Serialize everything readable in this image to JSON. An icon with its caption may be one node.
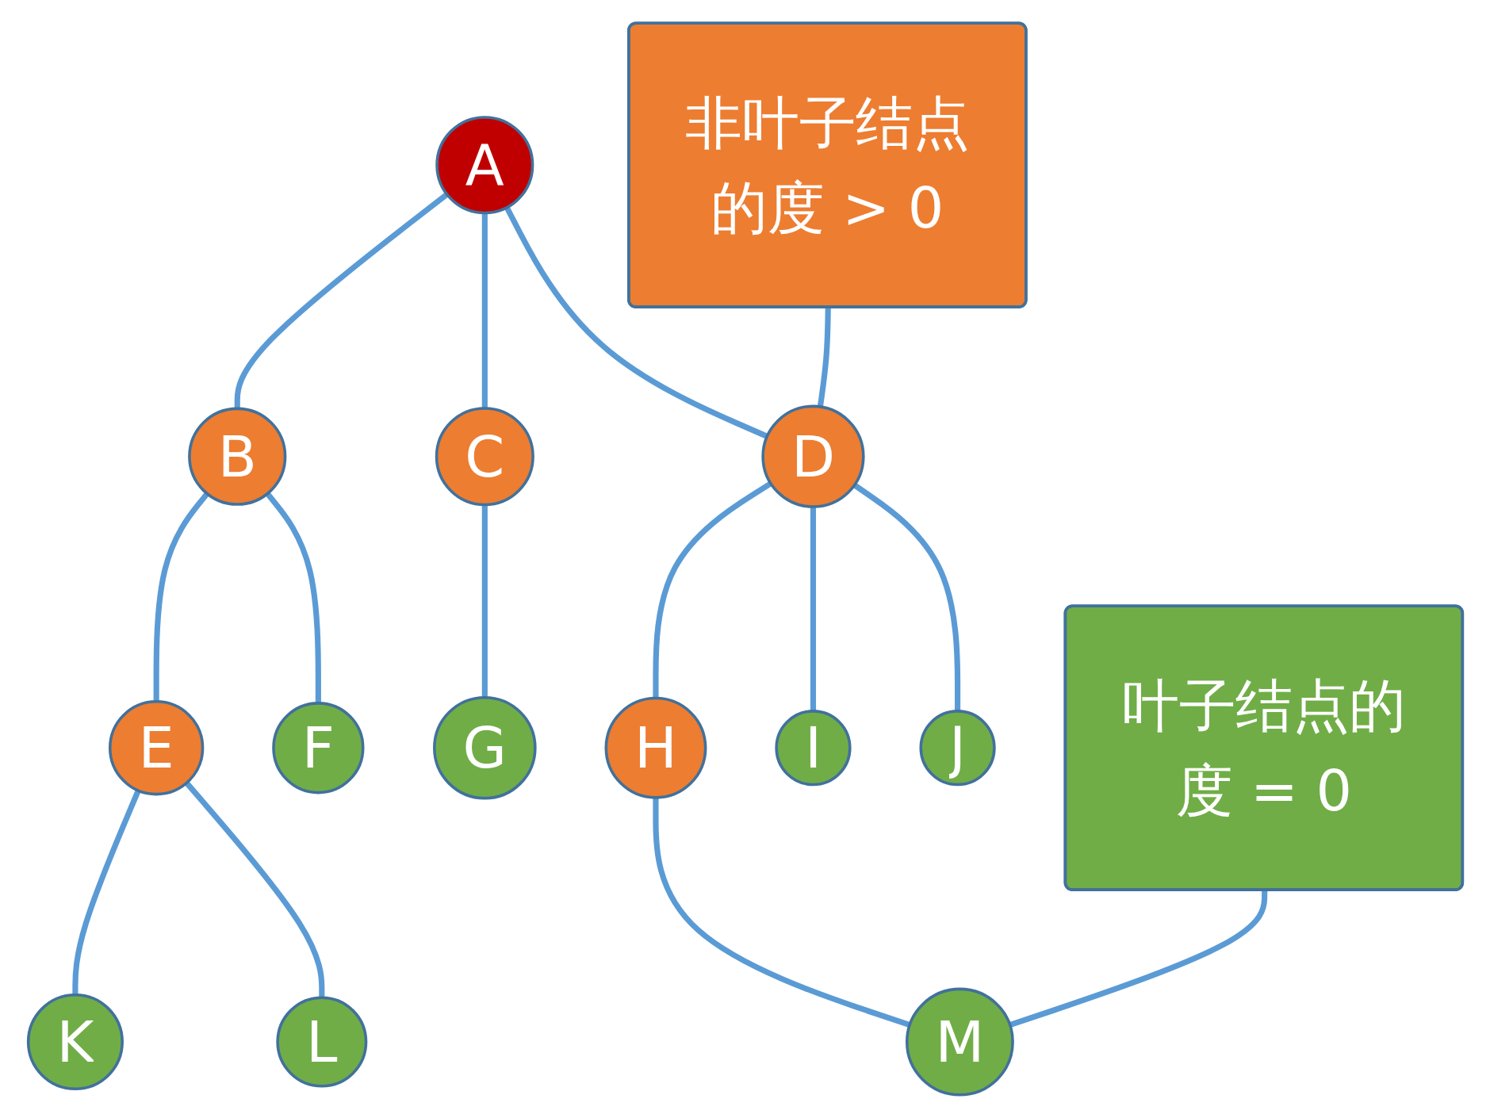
{
  "diagram": {
    "nodes": [
      {
        "text": [
          "A"
        ]
      },
      {
        "text": [
          "非叶子结点的度 > 0"
        ]
      },
      {
        "text": [
          "B"
        ]
      },
      {
        "text": [
          "C"
        ]
      },
      {
        "text": [
          "D"
        ]
      },
      {
        "text": [
          "E"
        ]
      },
      {
        "text": [
          "F"
        ]
      },
      {
        "text": [
          "G"
        ]
      },
      {
        "text": [
          "H"
        ]
      },
      {
        "text": [
          "I"
        ]
      },
      {
        "text": [
          "J"
        ]
      },
      {
        "text": [
          "K"
        ]
      },
      {
        "text": [
          "L"
        ]
      },
      {
        "text": [
          "M"
        ]
      },
      {
        "text": [
          "叶子结点的度 = 0"
        ]
      }
    ],
    "edges": [
      {
        "from": 0,
        "to": 2,
        "arrow": "none"
      },
      {
        "from": 0,
        "to": 3,
        "arrow": "none"
      },
      {
        "from": 0,
        "to": 4,
        "arrow": "none"
      },
      {
        "from": 2,
        "to": 5,
        "arrow": "none"
      },
      {
        "from": 2,
        "to": 6,
        "arrow": "none"
      },
      {
        "from": 3,
        "to": 7,
        "arrow": "none"
      },
      {
        "from": 4,
        "to": 8,
        "arrow": "none"
      },
      {
        "from": 4,
        "to": 9,
        "arrow": "none"
      },
      {
        "from": 4,
        "to": 10,
        "arrow": "none"
      },
      {
        "from": 5,
        "to": 11,
        "arrow": "none"
      },
      {
        "from": 5,
        "to": 12,
        "arrow": "none"
      },
      {
        "from": 8,
        "to": 13,
        "arrow": "none"
      },
      {
        "from": 1,
        "to": 4,
        "arrow": "none"
      },
      {
        "from": 14,
        "to": 13,
        "arrow": "none"
      }
    ]
  }
}
